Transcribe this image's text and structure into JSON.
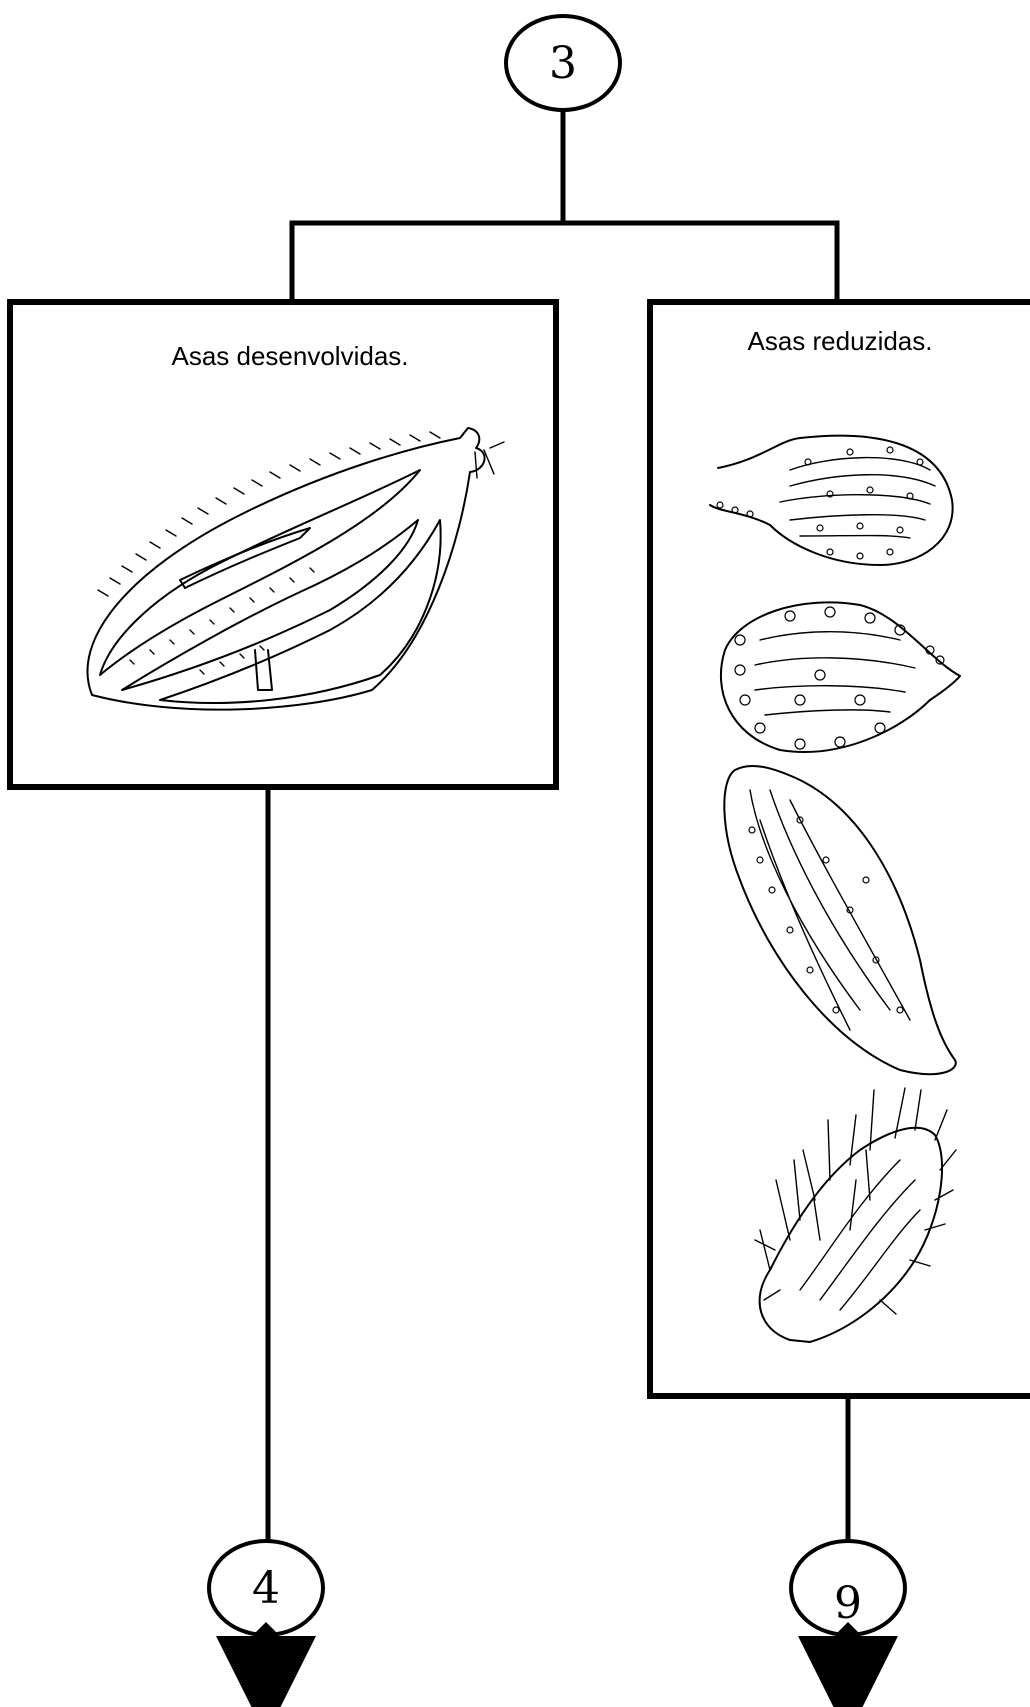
{
  "diagram": {
    "root_node": {
      "label": "3"
    },
    "branches": [
      {
        "caption": "Asas desenvolvidas.",
        "illustration": "developed-wing-icon",
        "next_node": {
          "label": "4"
        }
      },
      {
        "caption": "Asas reduzidas.",
        "illustrations": [
          "reduced-wing-1-icon",
          "reduced-wing-2-icon",
          "reduced-wing-3-icon",
          "reduced-wing-4-icon"
        ],
        "next_node": {
          "label": "9"
        }
      }
    ],
    "colors": {
      "ink": "#000000",
      "background": "#ffffff"
    }
  }
}
